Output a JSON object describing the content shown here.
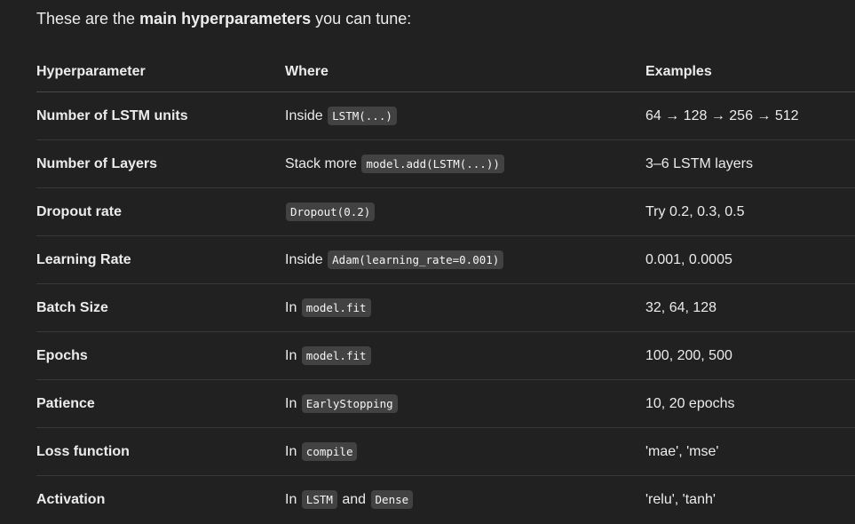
{
  "intro": {
    "prefix": "These are the ",
    "bold": "main hyperparameters",
    "suffix": " you can tune:"
  },
  "table": {
    "headers": [
      "Hyperparameter",
      "Where",
      "Examples"
    ],
    "rows": [
      {
        "name": "Number of LSTM units",
        "where_prefix": "Inside",
        "code1": "LSTM(...)",
        "joiner": "",
        "code2": "",
        "examples": "64 → 128 → 256 → 512"
      },
      {
        "name": "Number of Layers",
        "where_prefix": "Stack more",
        "code1": "model.add(LSTM(...))",
        "joiner": "",
        "code2": "",
        "examples": "3–6 LSTM layers"
      },
      {
        "name": "Dropout rate",
        "where_prefix": "",
        "code1": "Dropout(0.2)",
        "joiner": "",
        "code2": "",
        "examples": "Try 0.2, 0.3, 0.5"
      },
      {
        "name": "Learning Rate",
        "where_prefix": "Inside",
        "code1": "Adam(learning_rate=0.001)",
        "joiner": "",
        "code2": "",
        "examples": "0.001, 0.0005"
      },
      {
        "name": "Batch Size",
        "where_prefix": "In",
        "code1": "model.fit",
        "joiner": "",
        "code2": "",
        "examples": "32, 64, 128"
      },
      {
        "name": "Epochs",
        "where_prefix": "In",
        "code1": "model.fit",
        "joiner": "",
        "code2": "",
        "examples": "100, 200, 500"
      },
      {
        "name": "Patience",
        "where_prefix": "In",
        "code1": "EarlyStopping",
        "joiner": "",
        "code2": "",
        "examples": "10, 20 epochs"
      },
      {
        "name": "Loss function",
        "where_prefix": "In",
        "code1": "compile",
        "joiner": "",
        "code2": "",
        "examples": "'mae', 'mse'"
      },
      {
        "name": "Activation",
        "where_prefix": "In",
        "code1": "LSTM",
        "joiner": "and",
        "code2": "Dense",
        "examples": "'relu', 'tanh'"
      }
    ]
  }
}
